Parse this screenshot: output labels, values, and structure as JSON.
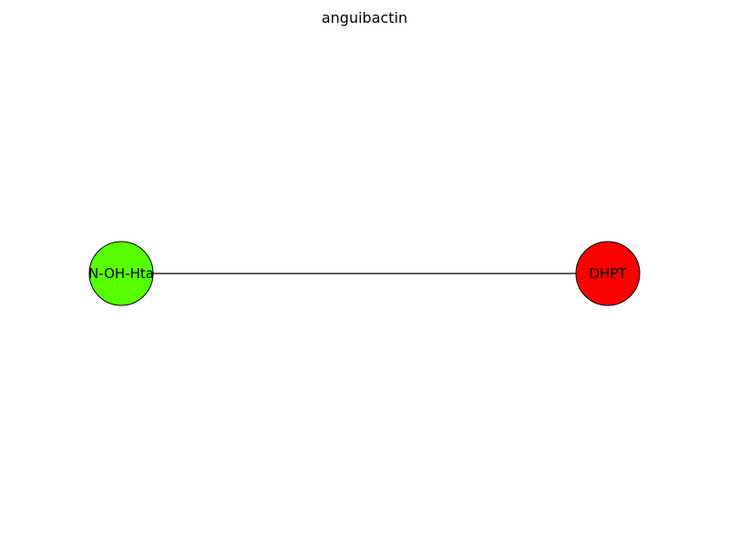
{
  "graph": {
    "title": "anguibactin",
    "nodes": [
      {
        "id": "n1",
        "label": "N-OH-Hta",
        "color": "#55ff00"
      },
      {
        "id": "n2",
        "label": "DHPT",
        "color": "#ff0000"
      }
    ],
    "edges": [
      {
        "from": "n1",
        "to": "n2",
        "color": "#000000"
      }
    ]
  }
}
